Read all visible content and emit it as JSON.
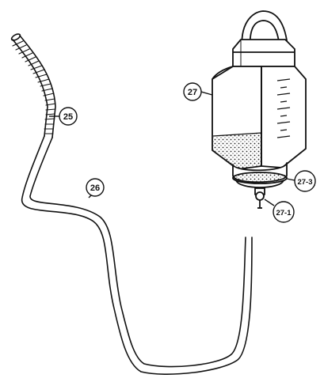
{
  "colors": {
    "line": "#111111",
    "background": "#ffffff",
    "hatch": "#222222"
  },
  "callouts": {
    "hose_coil": "25",
    "drain_tube": "26",
    "container": "27",
    "container_ring": "27-3",
    "valve": "27-1"
  }
}
